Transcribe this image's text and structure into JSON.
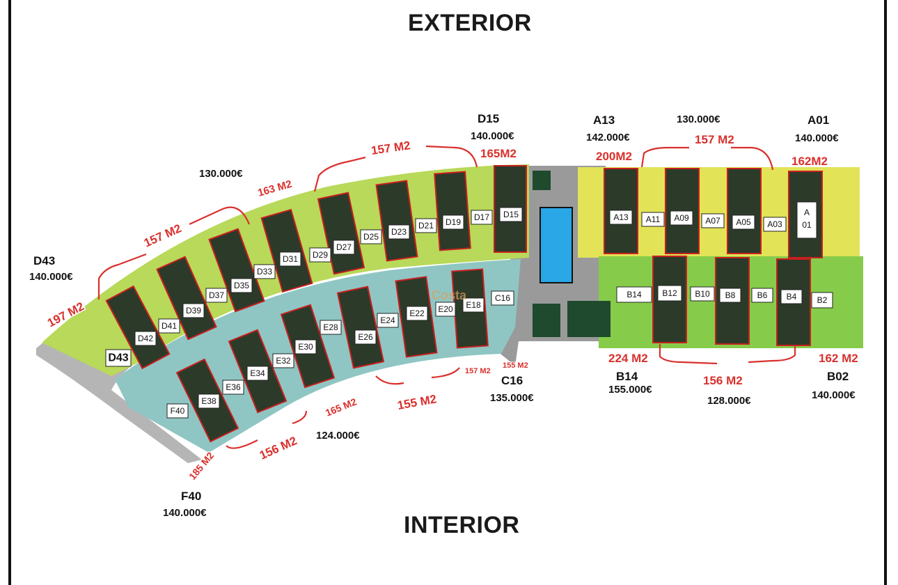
{
  "titles": {
    "top": "EXTERIOR",
    "bottom": "INTERIOR"
  },
  "colors": {
    "zone_a": "#e2e357",
    "zone_b": "#86cc4a",
    "zone_d": "#b8d95a",
    "zone_e": "#8fc6c4",
    "lot": "#2c3a2a",
    "lot_border": "#c8201e",
    "area_label": "#d9302c",
    "pool": "#2aa7e6"
  },
  "lot_labels": {
    "A01": "A\n01",
    "A03": "A03",
    "A05": "A05",
    "A07": "A07",
    "A09": "A09",
    "A11": "A11",
    "A13": "A13",
    "B2": "B2",
    "B4": "B4",
    "B6": "B6",
    "B8": "B8",
    "B10": "B10",
    "B12": "B12",
    "B14": "B14",
    "C16": "C16",
    "D15": "D15",
    "D17": "D17",
    "D19": "D19",
    "D21": "D21",
    "D23": "D23",
    "D25": "D25",
    "D27": "D27",
    "D29": "D29",
    "D31": "D31",
    "D33": "D33",
    "D35": "D35",
    "D37": "D37",
    "D39": "D39",
    "D41": "D41",
    "D42": "D42",
    "D43": "D43",
    "E18": "E18",
    "E20": "E20",
    "E22": "E22",
    "E24": "E24",
    "E26": "E26",
    "E28": "E28",
    "E30": "E30",
    "E32": "E32",
    "E34": "E34",
    "E36": "E36",
    "E38": "E38",
    "F40": "F40"
  },
  "units": {
    "D15": {
      "code": "D15",
      "price": "140.000€"
    },
    "A13": {
      "code": "A13",
      "price": "142.000€"
    },
    "A01": {
      "code": "A01",
      "price": "140.000€"
    },
    "D43": {
      "code": "D43",
      "price": "140.000€"
    },
    "C16": {
      "code": "C16",
      "price": "135.000€"
    },
    "B14": {
      "code": "B14",
      "price": "155.000€"
    },
    "B02": {
      "code": "B02",
      "price": "140.000€"
    },
    "F40": {
      "code": "F40",
      "price": "140.000€"
    }
  },
  "prices": {
    "a_mid": "130.000€",
    "d_mid": "130.000€",
    "b_mid": "128.000€",
    "e_mid": "124.000€"
  },
  "areas": {
    "d15": "165M2",
    "a13": "200M2",
    "a_mid": "157 M2",
    "a01": "162M2",
    "d_upper": "157 M2",
    "d_mid": "163 M2",
    "d_lower": "157 M2",
    "d43": "197 M2",
    "c16_a": "157 M2",
    "c16_b": "155 M2",
    "b14": "224 M2",
    "b_mid": "156 M2",
    "b02": "162 M2",
    "e_mid": "155 M2",
    "e_low": "165 M2",
    "e_end": "156 M2",
    "f40": "185 M2"
  },
  "watermark": "Costa"
}
